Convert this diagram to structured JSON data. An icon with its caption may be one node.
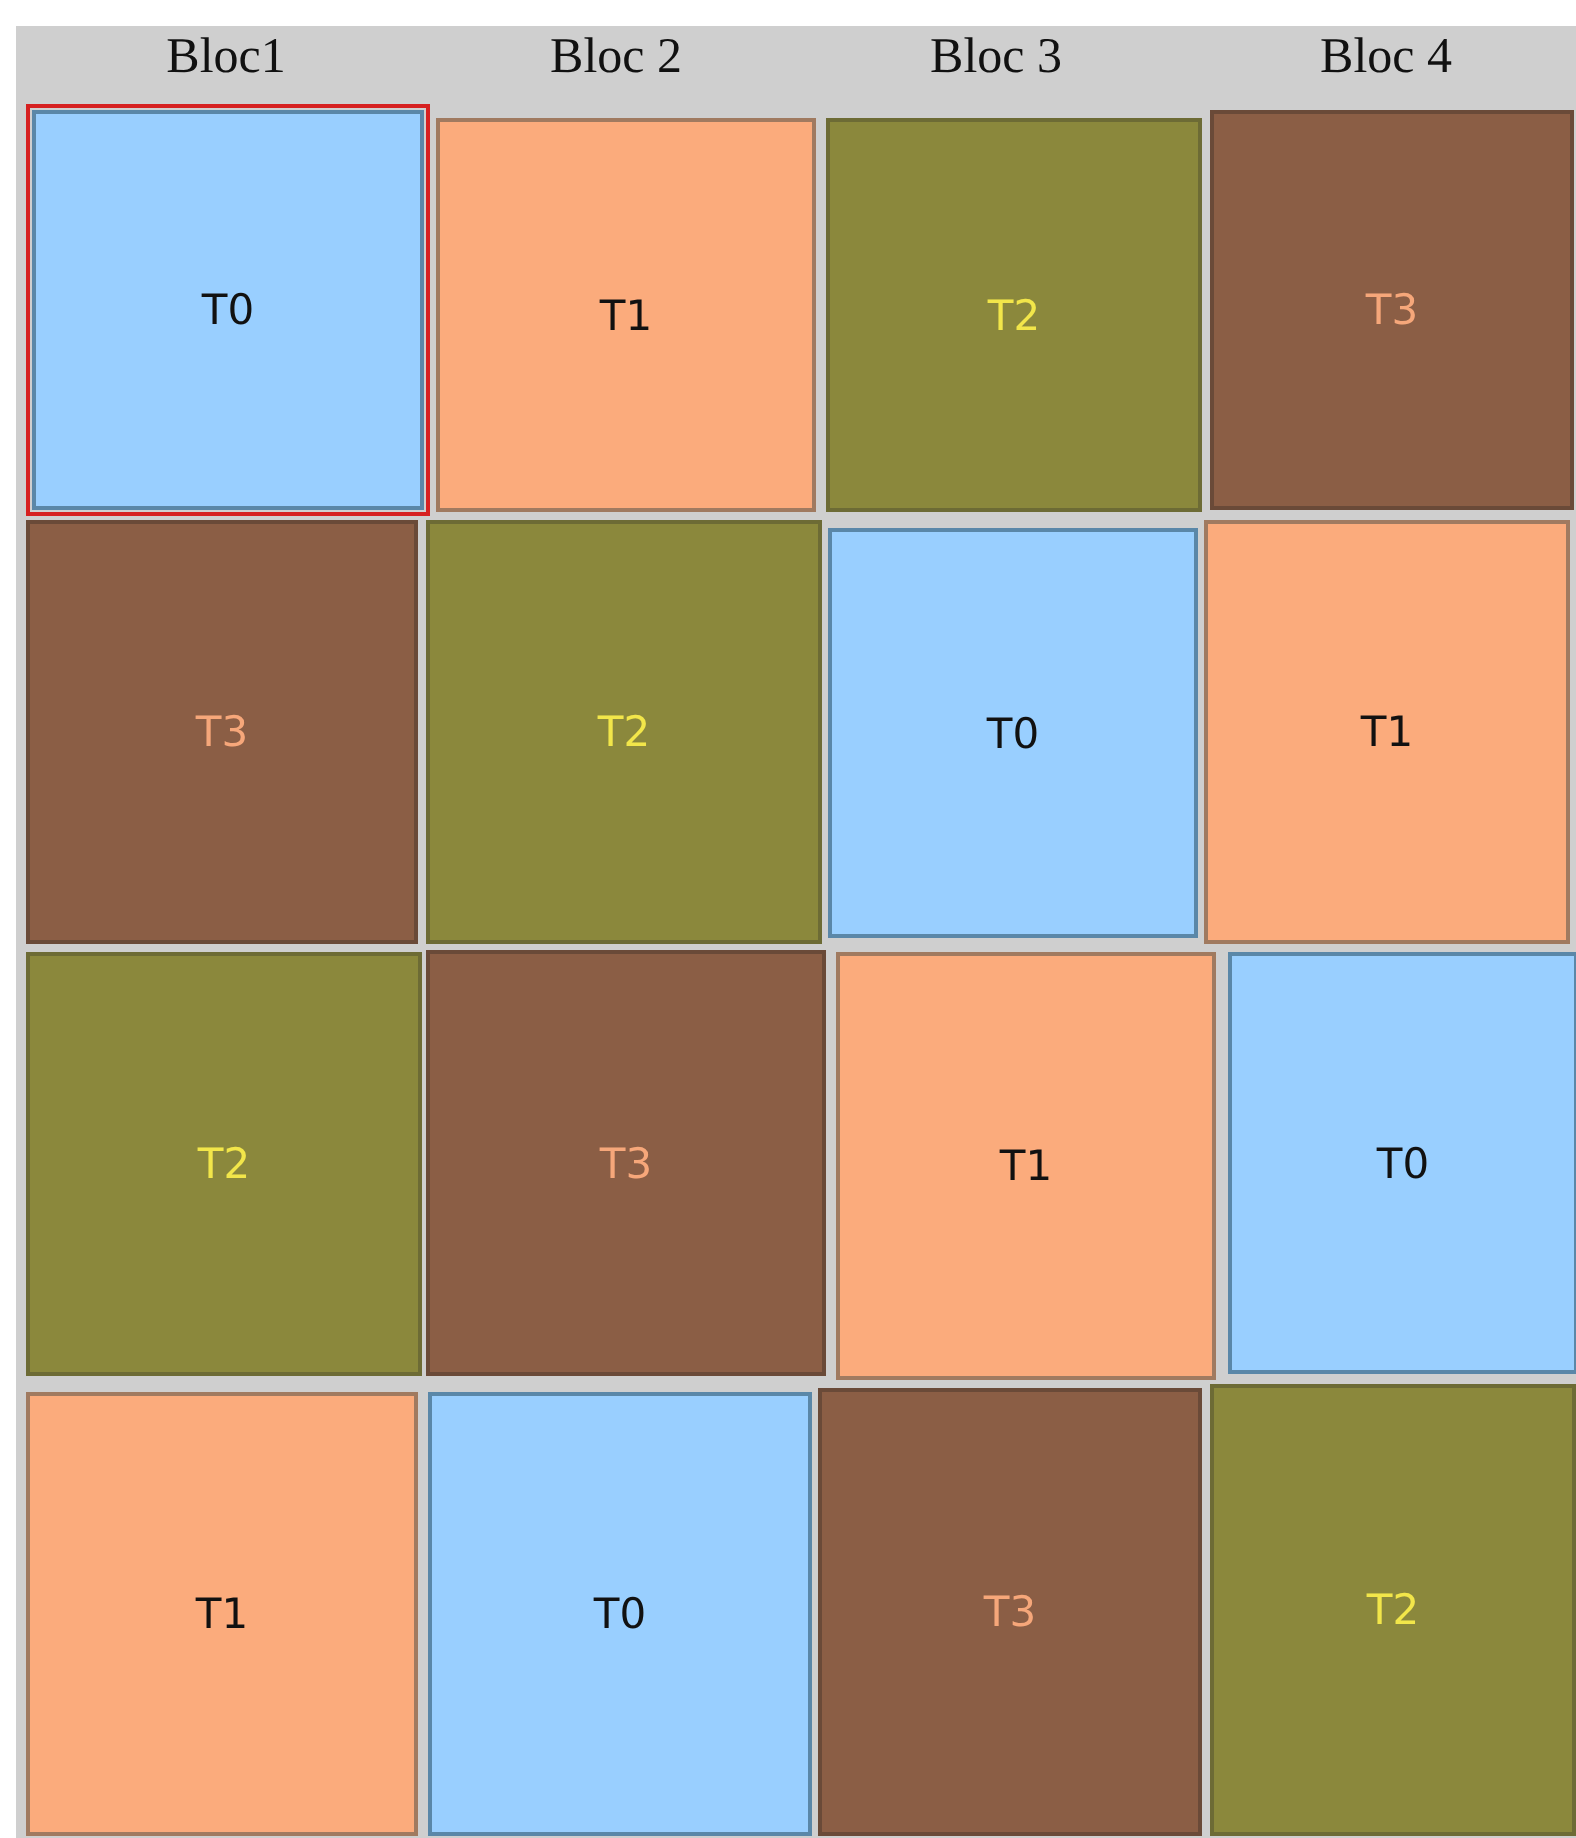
{
  "diagram": {
    "nodes": [
      {
        "text": [
          "T0"
        ]
      },
      {
        "text": [
          "T1"
        ]
      },
      {
        "text": [
          "T2"
        ]
      },
      {
        "text": [
          "T3"
        ]
      },
      {
        "text": [
          "T3"
        ]
      },
      {
        "text": [
          "T2"
        ]
      },
      {
        "text": [
          "T0"
        ]
      },
      {
        "text": [
          "T1"
        ]
      },
      {
        "text": [
          "T2"
        ]
      },
      {
        "text": [
          "T3"
        ]
      },
      {
        "text": [
          "T1"
        ]
      },
      {
        "text": [
          "T0"
        ]
      },
      {
        "text": [
          "T1"
        ]
      },
      {
        "text": [
          "T0"
        ]
      },
      {
        "text": [
          "T3"
        ]
      },
      {
        "text": [
          "T2"
        ]
      }
    ],
    "labels": [
      "Bloc1",
      "Bloc 2",
      "Bloc 3",
      "Bloc 4"
    ]
  }
}
